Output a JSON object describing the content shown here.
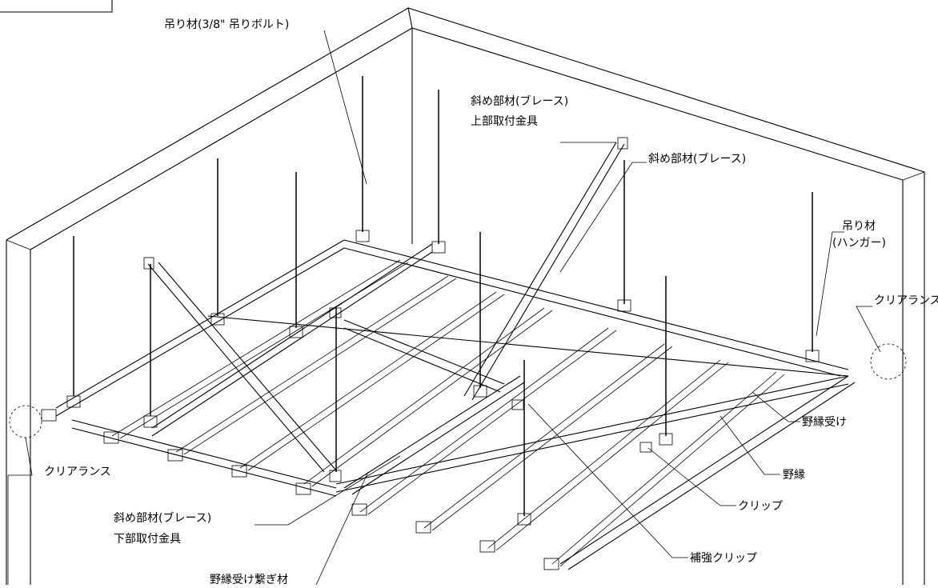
{
  "diagram": {
    "labels": {
      "hanging_bolt": "吊り材(3/8\" 吊りボルト)",
      "brace_upper_fitting_1": "斜め部材(ブレース)",
      "brace_upper_fitting_2": "上部取付金具",
      "brace": "斜め部材(ブレース)",
      "hanger_1": "吊り材",
      "hanger_2": "(ハンガー)",
      "clearance_right": "クリアランス",
      "clearance_left": "クリアランス",
      "carrying_channel": "野縁受け",
      "ceiling_joist": "野縁",
      "clip": "クリップ",
      "reinforcing_clip": "補強クリップ",
      "brace_lower_fitting_1": "斜め部材(ブレース)",
      "brace_lower_fitting_2": "下部取付金具",
      "channel_joint": "野縁受け繋ぎ材"
    }
  }
}
